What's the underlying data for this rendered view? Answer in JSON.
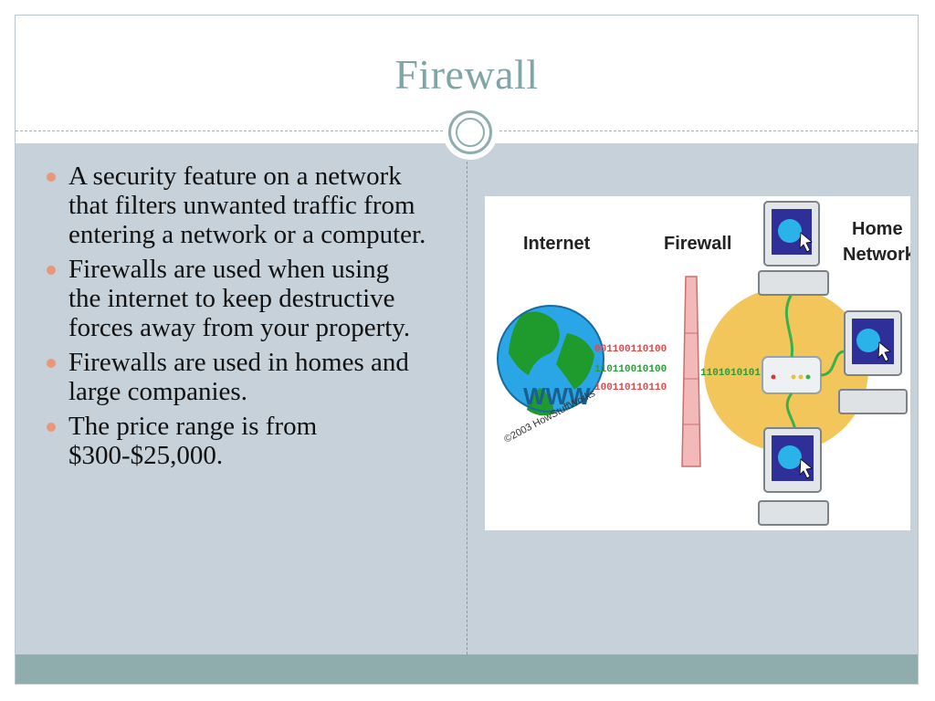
{
  "slide": {
    "title": "Firewall",
    "bullets": [
      "A security feature on a network that filters unwanted traffic from entering a network or a computer.",
      "Firewalls are used when using the internet to keep destructive forces away from your property.",
      "Firewalls are used in homes and large companies.",
      "The price range is from $300-$25,000."
    ]
  },
  "figure": {
    "internet_label": "Internet",
    "firewall_label": "Firewall",
    "home_label_1": "Home",
    "home_label_2": "Network",
    "globe_text": "WWW",
    "copyright": "©2003 HowStuffWorks",
    "bits_top": "001100110100",
    "bits_mid": "110110010100",
    "bits_bot": "100110110110",
    "bits_after": "1101010101"
  },
  "colors": {
    "title": "#7fa5a6",
    "content_bg": "#c7d1d9",
    "footer": "#8fadad",
    "bullet": "#e8977a",
    "firewall": "#f3b8b8",
    "home_zone": "#f2c65a"
  }
}
